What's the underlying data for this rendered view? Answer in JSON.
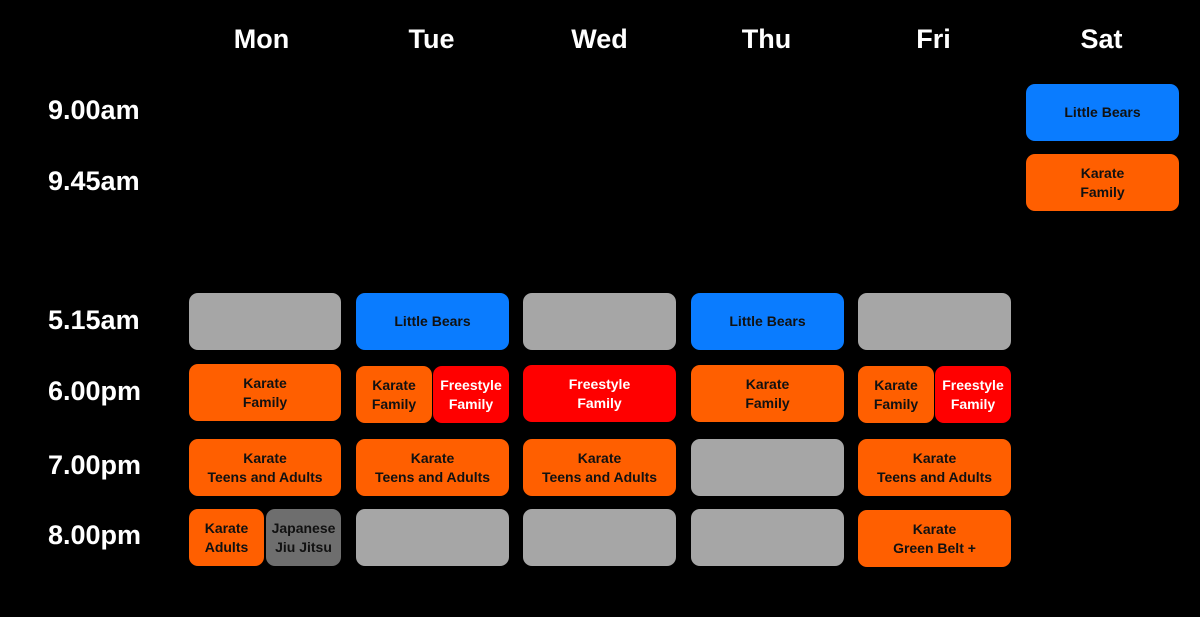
{
  "days": [
    "Mon",
    "Tue",
    "Wed",
    "Thu",
    "Fri",
    "Sat"
  ],
  "times": [
    "9.00am",
    "9.45am",
    "5.15am",
    "6.00pm",
    "7.00pm",
    "8.00pm"
  ],
  "colors": {
    "blue": "#0a7cff",
    "orange": "#ff5f00",
    "red": "#ff0000",
    "grey": "#a6a6a6",
    "dark_grey": "#6e6e6e",
    "background": "#000000"
  },
  "classes": {
    "little_bears": [
      "Little Bears"
    ],
    "karate_family": [
      "Karate",
      "Family"
    ],
    "freestyle_family": [
      "Freestyle",
      "Family"
    ],
    "karate_teens_adults": [
      "Karate",
      "Teens and Adults"
    ],
    "karate_adults": [
      "Karate",
      "Adults"
    ],
    "japanese_jiu_jitsu": [
      "Japanese",
      "Jiu Jitsu"
    ],
    "karate_green_belt": [
      "Karate",
      "Green Belt +"
    ]
  }
}
